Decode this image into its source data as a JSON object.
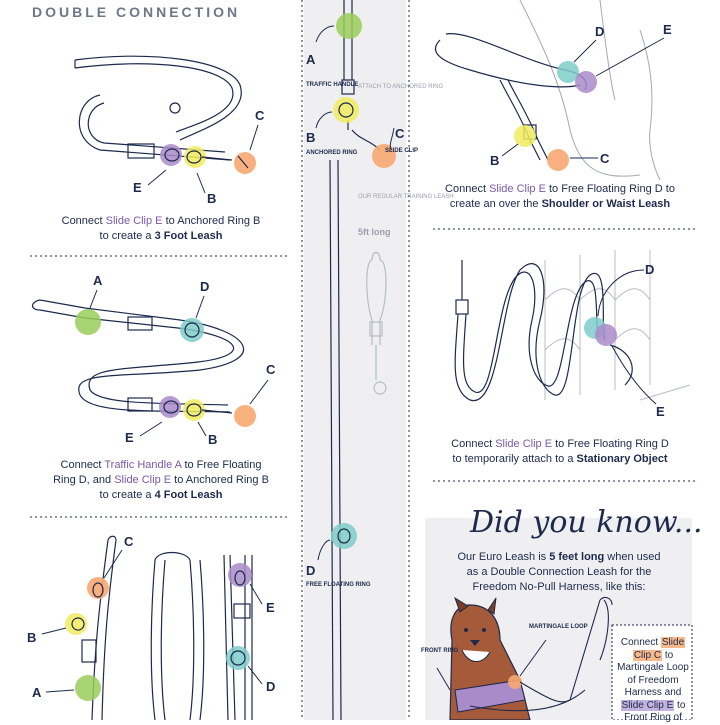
{
  "header": {
    "title": "DOUBLE CONNECTION"
  },
  "colors": {
    "line": "#1d2a4d",
    "leash": "#c9ccd3",
    "a_green": "#9acd5a",
    "b_yellow": "#f1ec5e",
    "c_orange": "#f7a870",
    "d_teal": "#7fcdc9",
    "e_purple": "#a98bc9",
    "panel_gray": "#efeff1"
  },
  "labels": {
    "a": "A",
    "b": "B",
    "c": "C",
    "d": "D",
    "e": "E"
  },
  "center": {
    "traffic_handle": "TRAFFIC HANDLE",
    "attach_note": "ATTACH TO ANCHORED RING",
    "anchored_ring": "ANCHORED RING",
    "slide_clip": "SLIDE CLIP",
    "regular_leash": "OUR REGULAR TRAINING LEASH",
    "regular_length": "5ft long",
    "free_floating_ring": "FREE FLOATING RING"
  },
  "captions": {
    "three_foot": {
      "pre": "Connect ",
      "e": "Slide Clip E",
      "mid": " to Anchored Ring B",
      "line2": "to create a ",
      "bold": "3 Foot Leash"
    },
    "four_foot": {
      "line1a": "Connect ",
      "a": "Traffic Handle A",
      "line1b": " to Free Floating",
      "line2a": "Ring D, and ",
      "e": "Slide Clip E",
      "line2b": " to Anchored Ring B",
      "line3": "to create a ",
      "bold": "4 Foot Leash"
    },
    "shoulder": {
      "pre": "Connect ",
      "e": "Slide Clip E",
      "mid": " to Free Floating Ring D to",
      "line2": "create an over the ",
      "bold": "Shoulder or Waist Leash"
    },
    "stationary": {
      "pre": "Connect ",
      "e": "Slide Clip E",
      "mid": " to Free Floating Ring D",
      "line2": "to temporarily attach to a ",
      "bold": "Stationary Object"
    }
  },
  "did_you_know": {
    "title": "Did you know...",
    "line1a": "Our Euro Leash is ",
    "line1bold": "5 feet long",
    "line1b": " when used",
    "line2": "as a Double Connection Leash for the",
    "line3": "Freedom No-Pull Harness, like this:",
    "front_ring": "FRONT RING",
    "martingale_loop": "MARTINGALE LOOP",
    "side_note": {
      "l1": "Connect ",
      "slide": "Slide",
      "clip_c": "Clip C",
      "l2b": " to",
      "l3": "Martingale Loop",
      "l4": "of Freedom",
      "l5": "Harness and",
      "slide_clip_e": "Slide Clip E",
      "l6b": " to",
      "l7": "Front Ring of"
    }
  }
}
